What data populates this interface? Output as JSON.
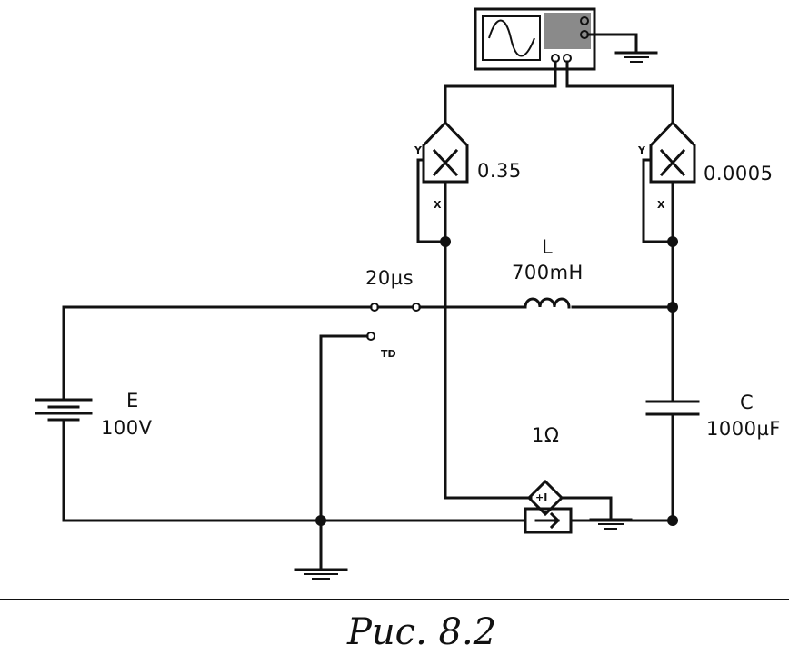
{
  "source": {
    "label": "E",
    "value": "100V"
  },
  "switch": {
    "time": "20µs",
    "key": "TD"
  },
  "inductor": {
    "label": "L",
    "value": "700mH"
  },
  "capacitor": {
    "label": "C",
    "value": "1000µF"
  },
  "resistor": {
    "value": "1Ω"
  },
  "multiplier_left": {
    "gain": "0.35",
    "y": "Y",
    "x": "X"
  },
  "multiplier_right": {
    "gain": "0.0005",
    "y": "Y",
    "x": "X"
  },
  "ccvs": {
    "symbol": "+I"
  },
  "caption": "Рис. 8.2"
}
